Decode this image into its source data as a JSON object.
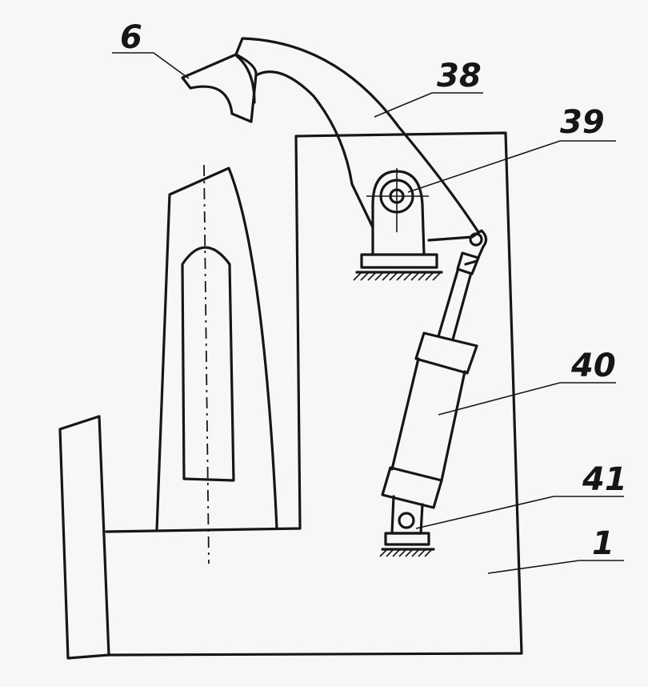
{
  "labels": {
    "part_6": "6",
    "part_38": "38",
    "part_39": "39",
    "part_40": "40",
    "part_41": "41",
    "part_1": "1"
  },
  "colors": {
    "ink": "#161616",
    "paper": "#f7f7f5"
  }
}
